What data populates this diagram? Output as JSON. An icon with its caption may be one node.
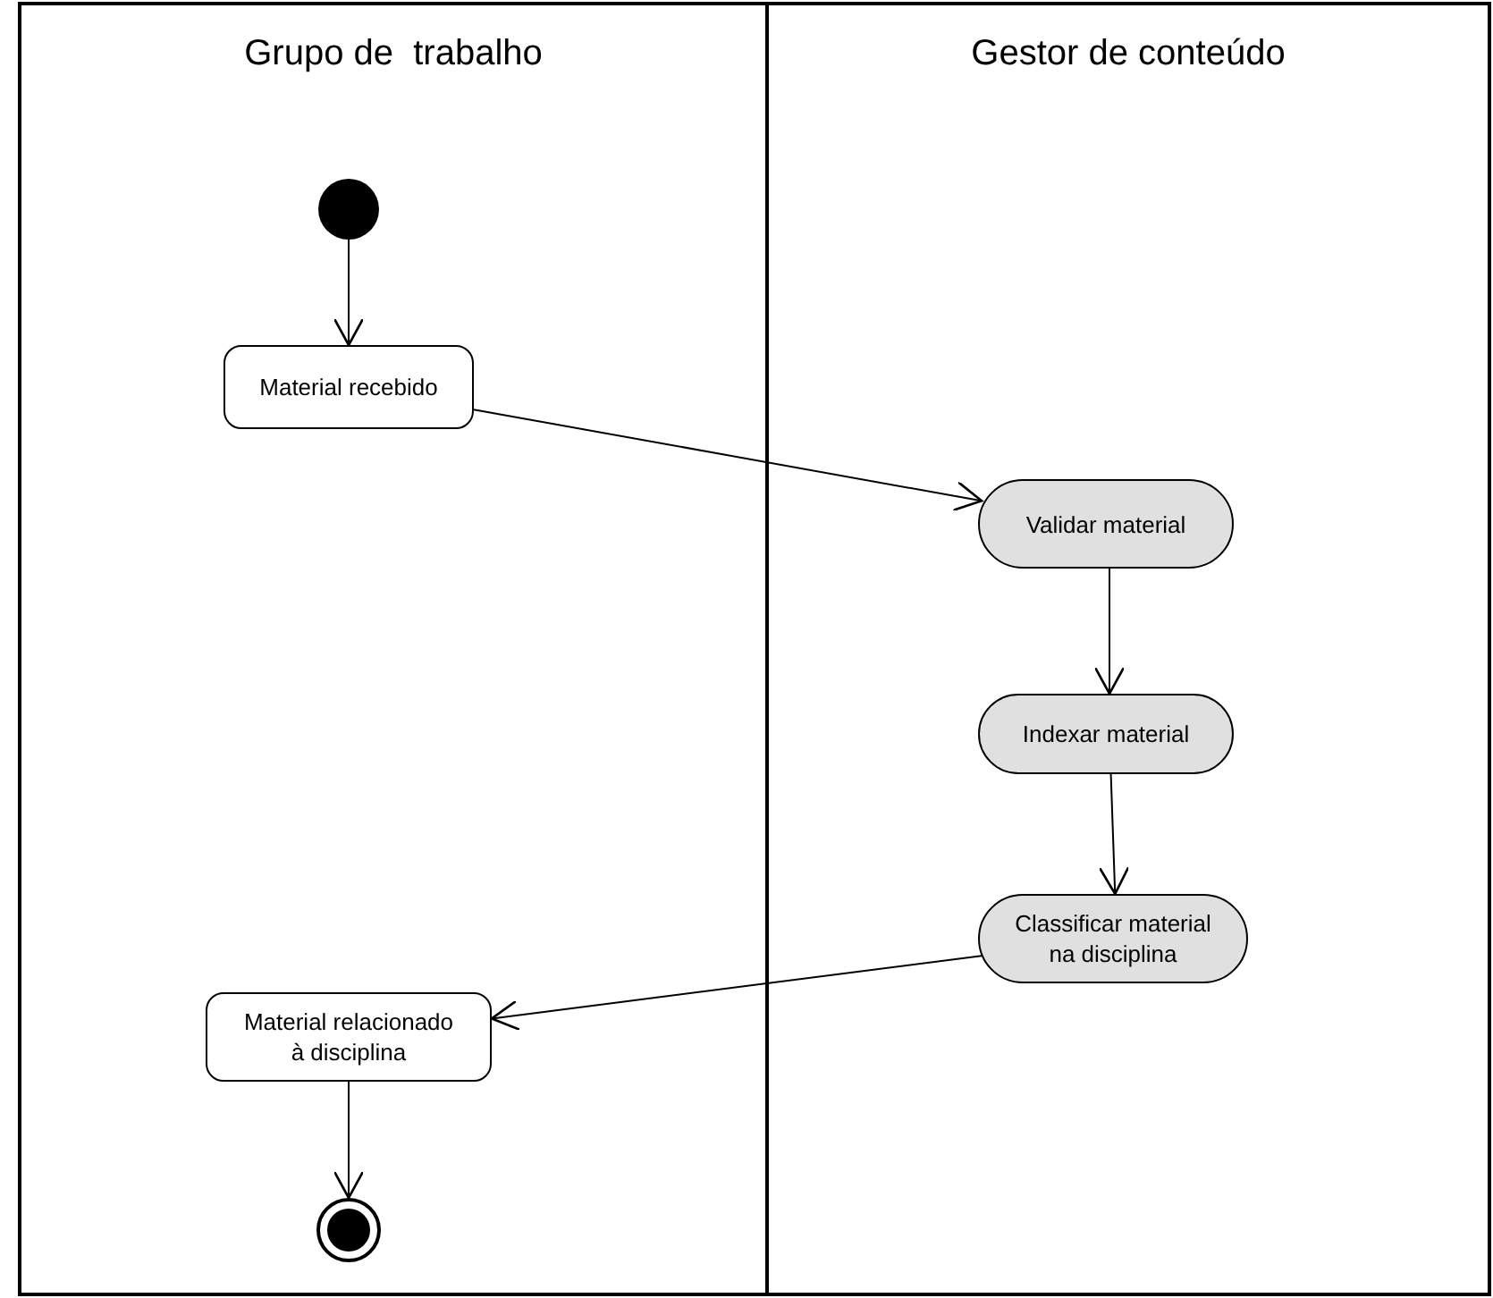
{
  "diagram": {
    "nodes": [
      {
        "text": [
          "Grupo de  trabalho"
        ]
      },
      {
        "text": [
          "Gestor de conteúdo"
        ]
      },
      {
        "text": [],
        "shape": "circle",
        "in": 0
      },
      {
        "text": [
          "Material recebido"
        ],
        "in": 0
      },
      {
        "text": [
          "Validar material"
        ],
        "in": 1
      },
      {
        "text": [
          "Indexar material"
        ],
        "in": 1
      },
      {
        "text": [
          "Classificar material na disciplina"
        ],
        "in": 1
      },
      {
        "text": [
          "Material relacionado à disciplina"
        ],
        "in": 0
      },
      {
        "text": [],
        "shape": "circle",
        "in": 0
      }
    ],
    "edges": [
      {
        "from": 2,
        "to": 3,
        "arrow": "to"
      },
      {
        "from": 3,
        "to": 4,
        "arrow": "to"
      },
      {
        "from": 4,
        "to": 5,
        "arrow": "to"
      },
      {
        "from": 5,
        "to": 6,
        "arrow": "to"
      },
      {
        "from": 6,
        "to": 7,
        "arrow": "to"
      },
      {
        "from": 7,
        "to": 8,
        "arrow": "to"
      }
    ]
  }
}
